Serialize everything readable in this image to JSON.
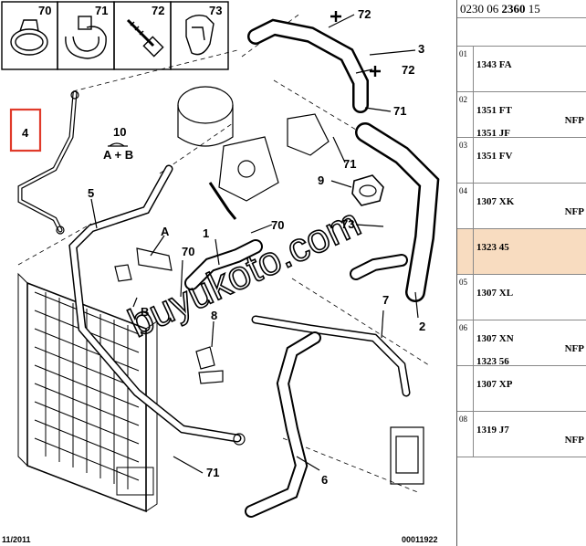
{
  "header": {
    "prefix": "0230 06",
    "bold": "2360",
    "suffix": "15"
  },
  "rows": [
    {
      "num": "01",
      "codes": [
        "1343 FA"
      ],
      "nfp": ""
    },
    {
      "num": "02",
      "codes": [
        "1351 FT",
        "1351 JF"
      ],
      "nfp": "NFP"
    },
    {
      "num": "03",
      "codes": [
        "1351 FV"
      ],
      "nfp": ""
    },
    {
      "num": "04",
      "codes": [
        "1307 XK"
      ],
      "nfp": "NFP"
    },
    {
      "num": "",
      "codes": [
        "1323 45"
      ],
      "nfp": "",
      "highlight": true
    },
    {
      "num": "05",
      "codes": [
        "1307 XL"
      ],
      "nfp": ""
    },
    {
      "num": "06",
      "codes": [
        "1307 XN",
        "1323 56"
      ],
      "nfp": "NFP"
    },
    {
      "num": "",
      "codes": [
        "1307 XP"
      ],
      "nfp": ""
    },
    {
      "num": "08",
      "codes": [
        "1319 J7"
      ],
      "nfp": "NFP"
    }
  ],
  "diagram": {
    "thumbnails": [
      "70",
      "71",
      "72",
      "73"
    ],
    "callouts": {
      "c4": "4",
      "c10": "10",
      "cab": "A + B",
      "c5": "5",
      "cA": "A",
      "cB": "B",
      "c70a": "70",
      "c70b": "70",
      "c1": "1",
      "c8": "8",
      "c72a": "72",
      "c72b": "72",
      "c3": "3",
      "c71a": "71",
      "c71b": "71",
      "c71c": "71",
      "c9": "9",
      "c73": "73",
      "c7": "7",
      "c2": "2",
      "c6": "6"
    },
    "watermark": "buyukoto.com",
    "footer_left": "11/2011",
    "footer_right": "00011922"
  },
  "colors": {
    "highlight_box": "#e03a2a",
    "row_highlight": "#f8dcc0"
  }
}
